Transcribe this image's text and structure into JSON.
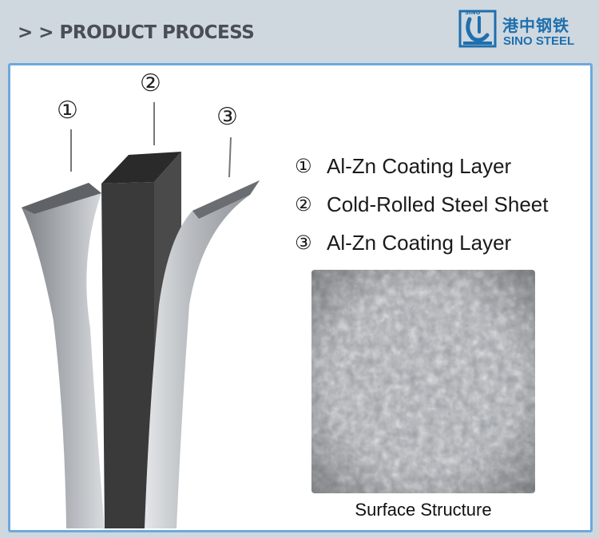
{
  "header": {
    "title": "> > PRODUCT PROCESS",
    "logo_mark_text": "SINO",
    "logo_cn": "港中钢铁",
    "logo_en": "SINO STEEL"
  },
  "diagram": {
    "markers": [
      "①",
      "②",
      "③"
    ],
    "legend": [
      {
        "num": "①",
        "label": "Al-Zn Coating Layer"
      },
      {
        "num": "②",
        "label": "Cold-Rolled Steel Sheet"
      },
      {
        "num": "③",
        "label": "Al-Zn Coating Layer"
      }
    ],
    "surface_caption": "Surface Structure"
  },
  "colors": {
    "background": "#cfd8df",
    "panel_border": "#6ea8dc",
    "brand_blue": "#1f6fae",
    "coating_light": "#a9adb2",
    "coating_dark": "#6f7378",
    "steel_core": "#3a3a3a"
  }
}
